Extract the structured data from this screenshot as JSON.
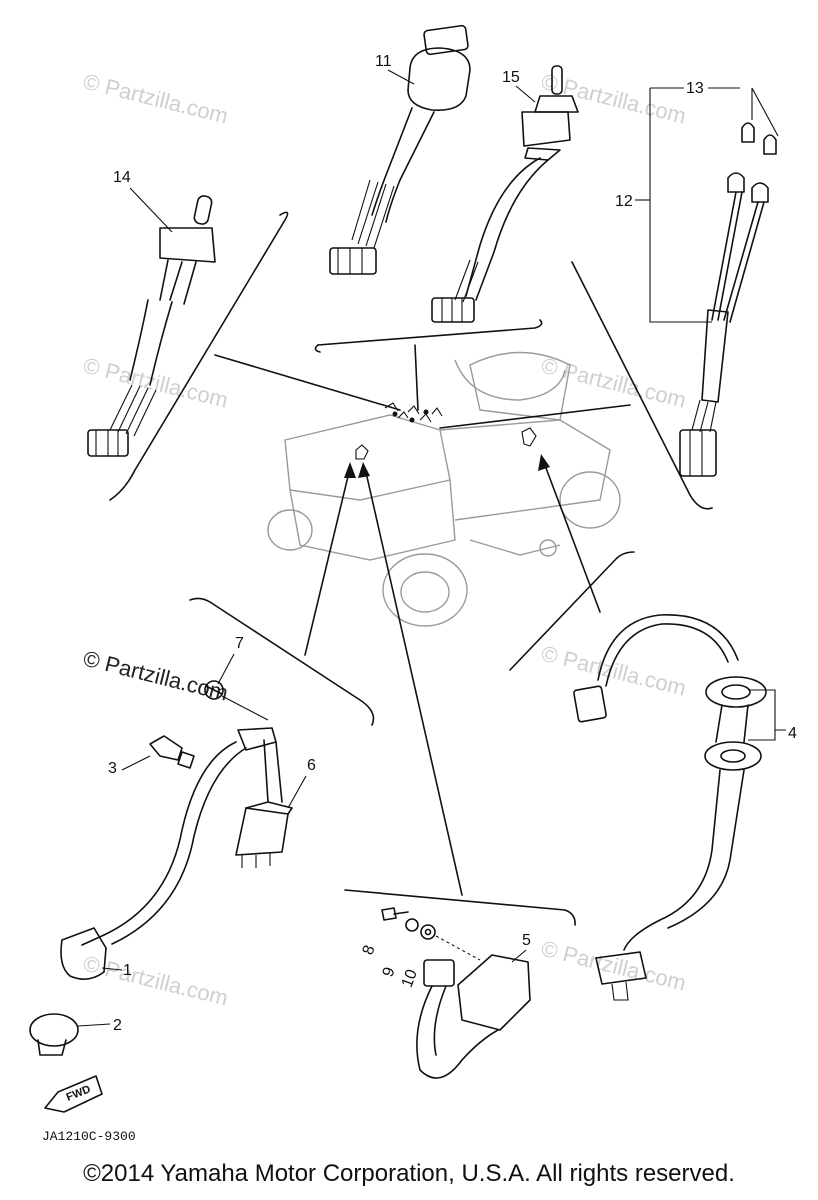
{
  "watermarks": {
    "w1": "© Partzilla.com",
    "w2": "© Partzilla.com",
    "w3": "© Partzilla.com",
    "w4": "© Partzilla.com",
    "w5": "© Partzilla.com",
    "w6": "© Partzilla.com",
    "w7": "© Partzilla.com",
    "main": "© Partzilla.com"
  },
  "parts": [
    {
      "number": "1"
    },
    {
      "number": "2"
    },
    {
      "number": "3"
    },
    {
      "number": "4"
    },
    {
      "number": "5"
    },
    {
      "number": "6"
    },
    {
      "number": "7"
    },
    {
      "number": "8"
    },
    {
      "number": "9"
    },
    {
      "number": "10"
    },
    {
      "number": "11"
    },
    {
      "number": "12"
    },
    {
      "number": "13"
    },
    {
      "number": "14"
    },
    {
      "number": "15"
    }
  ],
  "fwd_label": "FWD",
  "diagram_code": "JA1210C-9300",
  "copyright": "©2014 Yamaha Motor Corporation, U.S.A. All rights reserved."
}
